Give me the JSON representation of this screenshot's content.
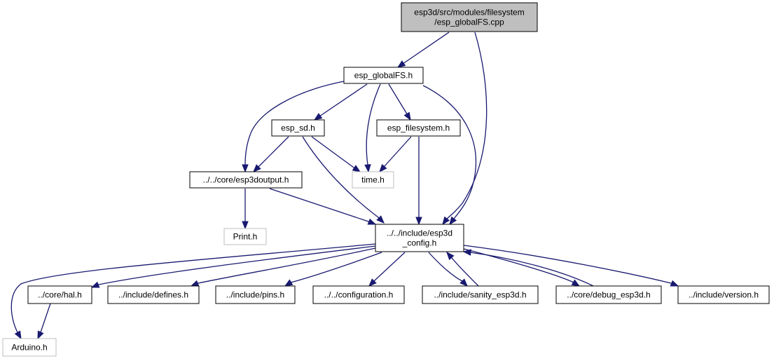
{
  "graph": {
    "title": "esp3d/src/modules/filesystem/esp_globalFS.cpp",
    "colors": {
      "edge": "#191970",
      "root_fill": "#bfbfbf",
      "node_border": "#000000",
      "external_border": "#bfbfbf"
    },
    "nodes": [
      {
        "id": "root",
        "lines": [
          "esp3d/src/modules/filesystem",
          "/esp_globalFS.cpp"
        ],
        "style": "root"
      },
      {
        "id": "esp_globalFS_h",
        "lines": [
          "esp_globalFS.h"
        ],
        "style": "normal"
      },
      {
        "id": "esp_sd_h",
        "lines": [
          "esp_sd.h"
        ],
        "style": "normal"
      },
      {
        "id": "esp_filesystem_h",
        "lines": [
          "esp_filesystem.h"
        ],
        "style": "normal"
      },
      {
        "id": "esp3doutput_h",
        "lines": [
          "../../core/esp3doutput.h"
        ],
        "style": "normal"
      },
      {
        "id": "time_h",
        "lines": [
          "time.h"
        ],
        "style": "external"
      },
      {
        "id": "print_h",
        "lines": [
          "Print.h"
        ],
        "style": "external"
      },
      {
        "id": "esp3d_config_h",
        "lines": [
          "../../include/esp3d",
          "_config.h"
        ],
        "style": "normal"
      },
      {
        "id": "hal_h",
        "lines": [
          "../core/hal.h"
        ],
        "style": "normal"
      },
      {
        "id": "defines_h",
        "lines": [
          "../include/defines.h"
        ],
        "style": "normal"
      },
      {
        "id": "pins_h",
        "lines": [
          "../include/pins.h"
        ],
        "style": "normal"
      },
      {
        "id": "configuration_h",
        "lines": [
          "../../configuration.h"
        ],
        "style": "normal"
      },
      {
        "id": "sanity_h",
        "lines": [
          "../include/sanity_esp3d.h"
        ],
        "style": "normal"
      },
      {
        "id": "debug_h",
        "lines": [
          "../core/debug_esp3d.h"
        ],
        "style": "normal"
      },
      {
        "id": "version_h",
        "lines": [
          "../include/version.h"
        ],
        "style": "normal"
      },
      {
        "id": "arduino_h",
        "lines": [
          "Arduino.h"
        ],
        "style": "external"
      }
    ],
    "edges": [
      {
        "from": "root",
        "to": "esp_globalFS_h"
      },
      {
        "from": "root",
        "to": "esp3d_config_h"
      },
      {
        "from": "esp_globalFS_h",
        "to": "esp_sd_h"
      },
      {
        "from": "esp_globalFS_h",
        "to": "esp_filesystem_h"
      },
      {
        "from": "esp_globalFS_h",
        "to": "esp3doutput_h"
      },
      {
        "from": "esp_globalFS_h",
        "to": "time_h"
      },
      {
        "from": "esp_globalFS_h",
        "to": "esp3d_config_h"
      },
      {
        "from": "esp_sd_h",
        "to": "esp3doutput_h"
      },
      {
        "from": "esp_sd_h",
        "to": "time_h"
      },
      {
        "from": "esp_sd_h",
        "to": "esp3d_config_h"
      },
      {
        "from": "esp_filesystem_h",
        "to": "time_h"
      },
      {
        "from": "esp_filesystem_h",
        "to": "esp3d_config_h"
      },
      {
        "from": "esp3doutput_h",
        "to": "print_h"
      },
      {
        "from": "esp3doutput_h",
        "to": "esp3d_config_h"
      },
      {
        "from": "esp3d_config_h",
        "to": "arduino_h"
      },
      {
        "from": "esp3d_config_h",
        "to": "hal_h"
      },
      {
        "from": "esp3d_config_h",
        "to": "defines_h"
      },
      {
        "from": "esp3d_config_h",
        "to": "pins_h"
      },
      {
        "from": "esp3d_config_h",
        "to": "configuration_h"
      },
      {
        "from": "esp3d_config_h",
        "to": "sanity_h"
      },
      {
        "from": "esp3d_config_h",
        "to": "debug_h"
      },
      {
        "from": "esp3d_config_h",
        "to": "version_h"
      },
      {
        "from": "sanity_h",
        "to": "esp3d_config_h"
      },
      {
        "from": "debug_h",
        "to": "esp3d_config_h"
      },
      {
        "from": "hal_h",
        "to": "arduino_h"
      }
    ]
  }
}
